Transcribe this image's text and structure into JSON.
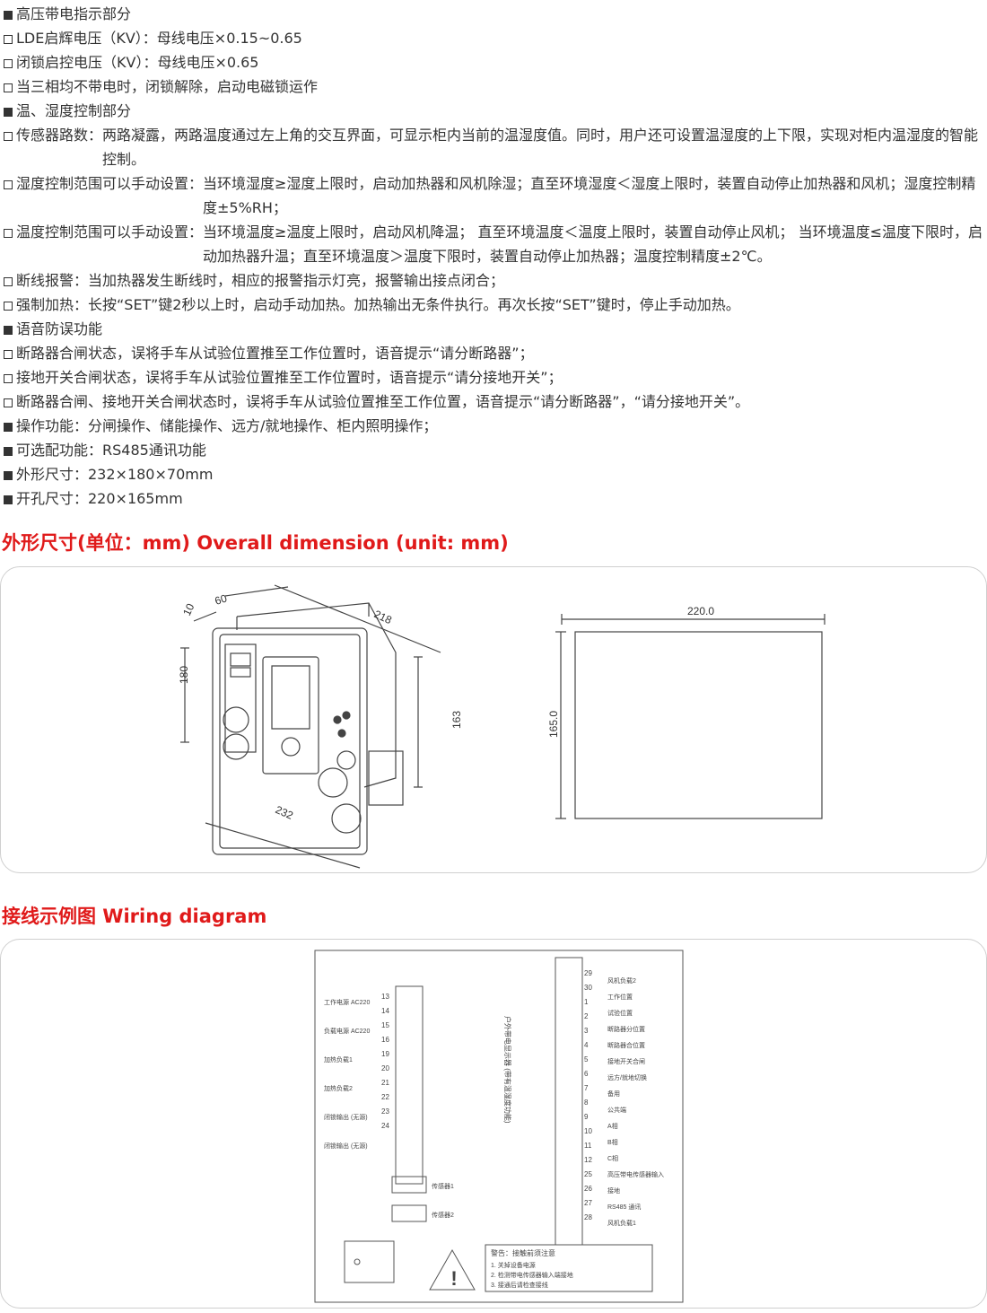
{
  "specs": [
    {
      "marker": "filled",
      "text": "高压带电指示部分"
    },
    {
      "marker": "open",
      "text": "LDE启辉电压（KV）：母线电压×0.15~0.65"
    },
    {
      "marker": "open",
      "text": "闭锁启控电压（KV）：母线电压×0.65"
    },
    {
      "marker": "open",
      "text": "当三相均不带电时，闭锁解除，启动电磁锁运作"
    },
    {
      "marker": "filled",
      "text": "温、湿度控制部分"
    },
    {
      "marker": "open",
      "label": "传感器路数：",
      "text": "两路凝露，两路温度通过左上角的交互界面，可显示柜内当前的温湿度值。同时，用户还可设置温湿度的上下限，实现对柜内温湿度的智能控制。"
    },
    {
      "marker": "open",
      "label": "湿度控制范围可以手动设置：",
      "text": "当环境湿度≥湿度上限时，启动加热器和风机除湿；直至环境湿度＜湿度上限时，装置自动停止加热器和风机；湿度控制精度±5%RH；"
    },
    {
      "marker": "open",
      "label": "温度控制范围可以手动设置：",
      "text": "当环境温度≥温度上限时，启动风机降温； 直至环境温度＜温度上限时，装置自动停止风机； 当环境温度≤温度下限时，启动加热器升温；直至环境温度＞温度下限时，装置自动停止加热器；温度控制精度±2℃。"
    },
    {
      "marker": "open",
      "text": "断线报警：当加热器发生断线时，相应的报警指示灯亮，报警输出接点闭合；"
    },
    {
      "marker": "open",
      "text": "强制加热：长按“SET”键2秒以上时，启动手动加热。加热输出无条件执行。再次长按“SET”键时，停止手动加热。"
    },
    {
      "marker": "filled",
      "text": "语音防误功能"
    },
    {
      "marker": "open",
      "text": "断路器合闸状态，误将手车从试验位置推至工作位置时，语音提示“请分断路器”；"
    },
    {
      "marker": "open",
      "text": "接地开关合闸状态，误将手车从试验位置推至工作位置时，语音提示“请分接地开关”；"
    },
    {
      "marker": "open",
      "text": "断路器合闸、接地开关合闸状态时，误将手车从试验位置推至工作位置，语音提示“请分断路器”，“请分接地开关”。"
    },
    {
      "marker": "filled",
      "text": "操作功能：分闸操作、储能操作、远方/就地操作、柜内照明操作；"
    },
    {
      "marker": "filled",
      "text": "可选配功能：RS485通讯功能"
    },
    {
      "marker": "filled",
      "text": "外形尺寸：232×180×70mm"
    },
    {
      "marker": "filled",
      "text": "开孔尺寸：220×165mm"
    }
  ],
  "section_dimension": {
    "title": "外形尺寸(单位：mm) Overall dimension (unit: mm)",
    "dims": {
      "w60": "60",
      "w10": "10",
      "d218": "218",
      "h180": "180",
      "h163": "163",
      "w232": "232",
      "cut_w": "220.0",
      "cut_h": "165.0"
    }
  },
  "section_wiring": {
    "title": "接线示例图 Wiring diagram",
    "left_labels": [
      "工作电源 AC220",
      "负载电源 AC220",
      "加热负载1",
      "加热负载2",
      "闭锁输出 (无源)",
      "闭锁输出 (无源)"
    ],
    "left_terminals": [
      "13",
      "14",
      "15",
      "16",
      "19",
      "20",
      "21",
      "22",
      "23",
      "24"
    ],
    "sensor_labels": [
      "传感器1",
      "传感器2"
    ],
    "center_note": "户外带电显示器 (带有温湿度功能)",
    "right_terminals": [
      "29",
      "30",
      "1",
      "2",
      "3",
      "4",
      "5",
      "6",
      "7",
      "8",
      "9",
      "10",
      "11",
      "12",
      "25",
      "26",
      "27",
      "28"
    ],
    "right_labels": [
      "风机负载2",
      "工作位置",
      "试验位置",
      "断路器分位置",
      "断路器合位置",
      "接地开关合闸",
      "远方/就地切换",
      "备用",
      "公共端",
      "A相",
      "B相",
      "C相",
      "高压带电传感器输入",
      "接地",
      "RS485 通讯",
      "风机负载1"
    ],
    "notice_title": "警告：接触前须注意",
    "notice_items": [
      "1. 关掉设备电源",
      "2. 检测带电传感器输入端接地",
      "3. 接通后请检查接线"
    ]
  },
  "colors": {
    "heading": "#e01a1a",
    "text": "#333333",
    "border": "#cfcfcf"
  }
}
